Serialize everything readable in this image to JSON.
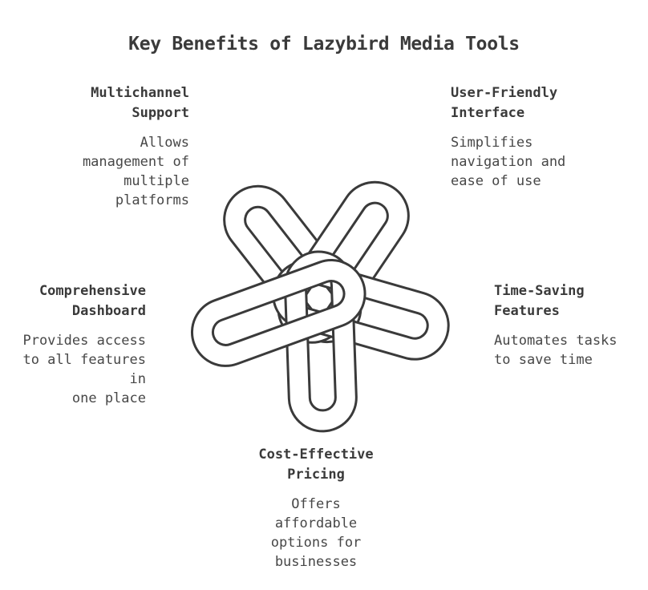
{
  "title": "Key Benefits of Lazybird Media Tools",
  "benefits": {
    "multichannel": {
      "heading_lines": [
        "Multichannel",
        "Support"
      ],
      "desc_lines": [
        "Allows",
        "management of",
        "multiple",
        "platforms"
      ]
    },
    "user_friendly": {
      "heading_lines": [
        "User-Friendly",
        "Interface"
      ],
      "desc_lines": [
        "Simplifies",
        "navigation and",
        "ease of use"
      ]
    },
    "dashboard": {
      "heading_lines": [
        "Comprehensive",
        "Dashboard"
      ],
      "desc_lines": [
        "Provides access",
        "to all features in",
        "one place"
      ]
    },
    "time_saving": {
      "heading_lines": [
        "Time-Saving",
        "Features"
      ],
      "desc_lines": [
        "Automates tasks",
        "to save time"
      ]
    },
    "cost_effective": {
      "heading_lines": [
        "Cost-Effective",
        "Pricing"
      ],
      "desc_lines": [
        "Offers",
        "affordable",
        "options for",
        "businesses"
      ]
    }
  },
  "colors": {
    "ink": "#3a3a3a",
    "background": "#ffffff"
  }
}
